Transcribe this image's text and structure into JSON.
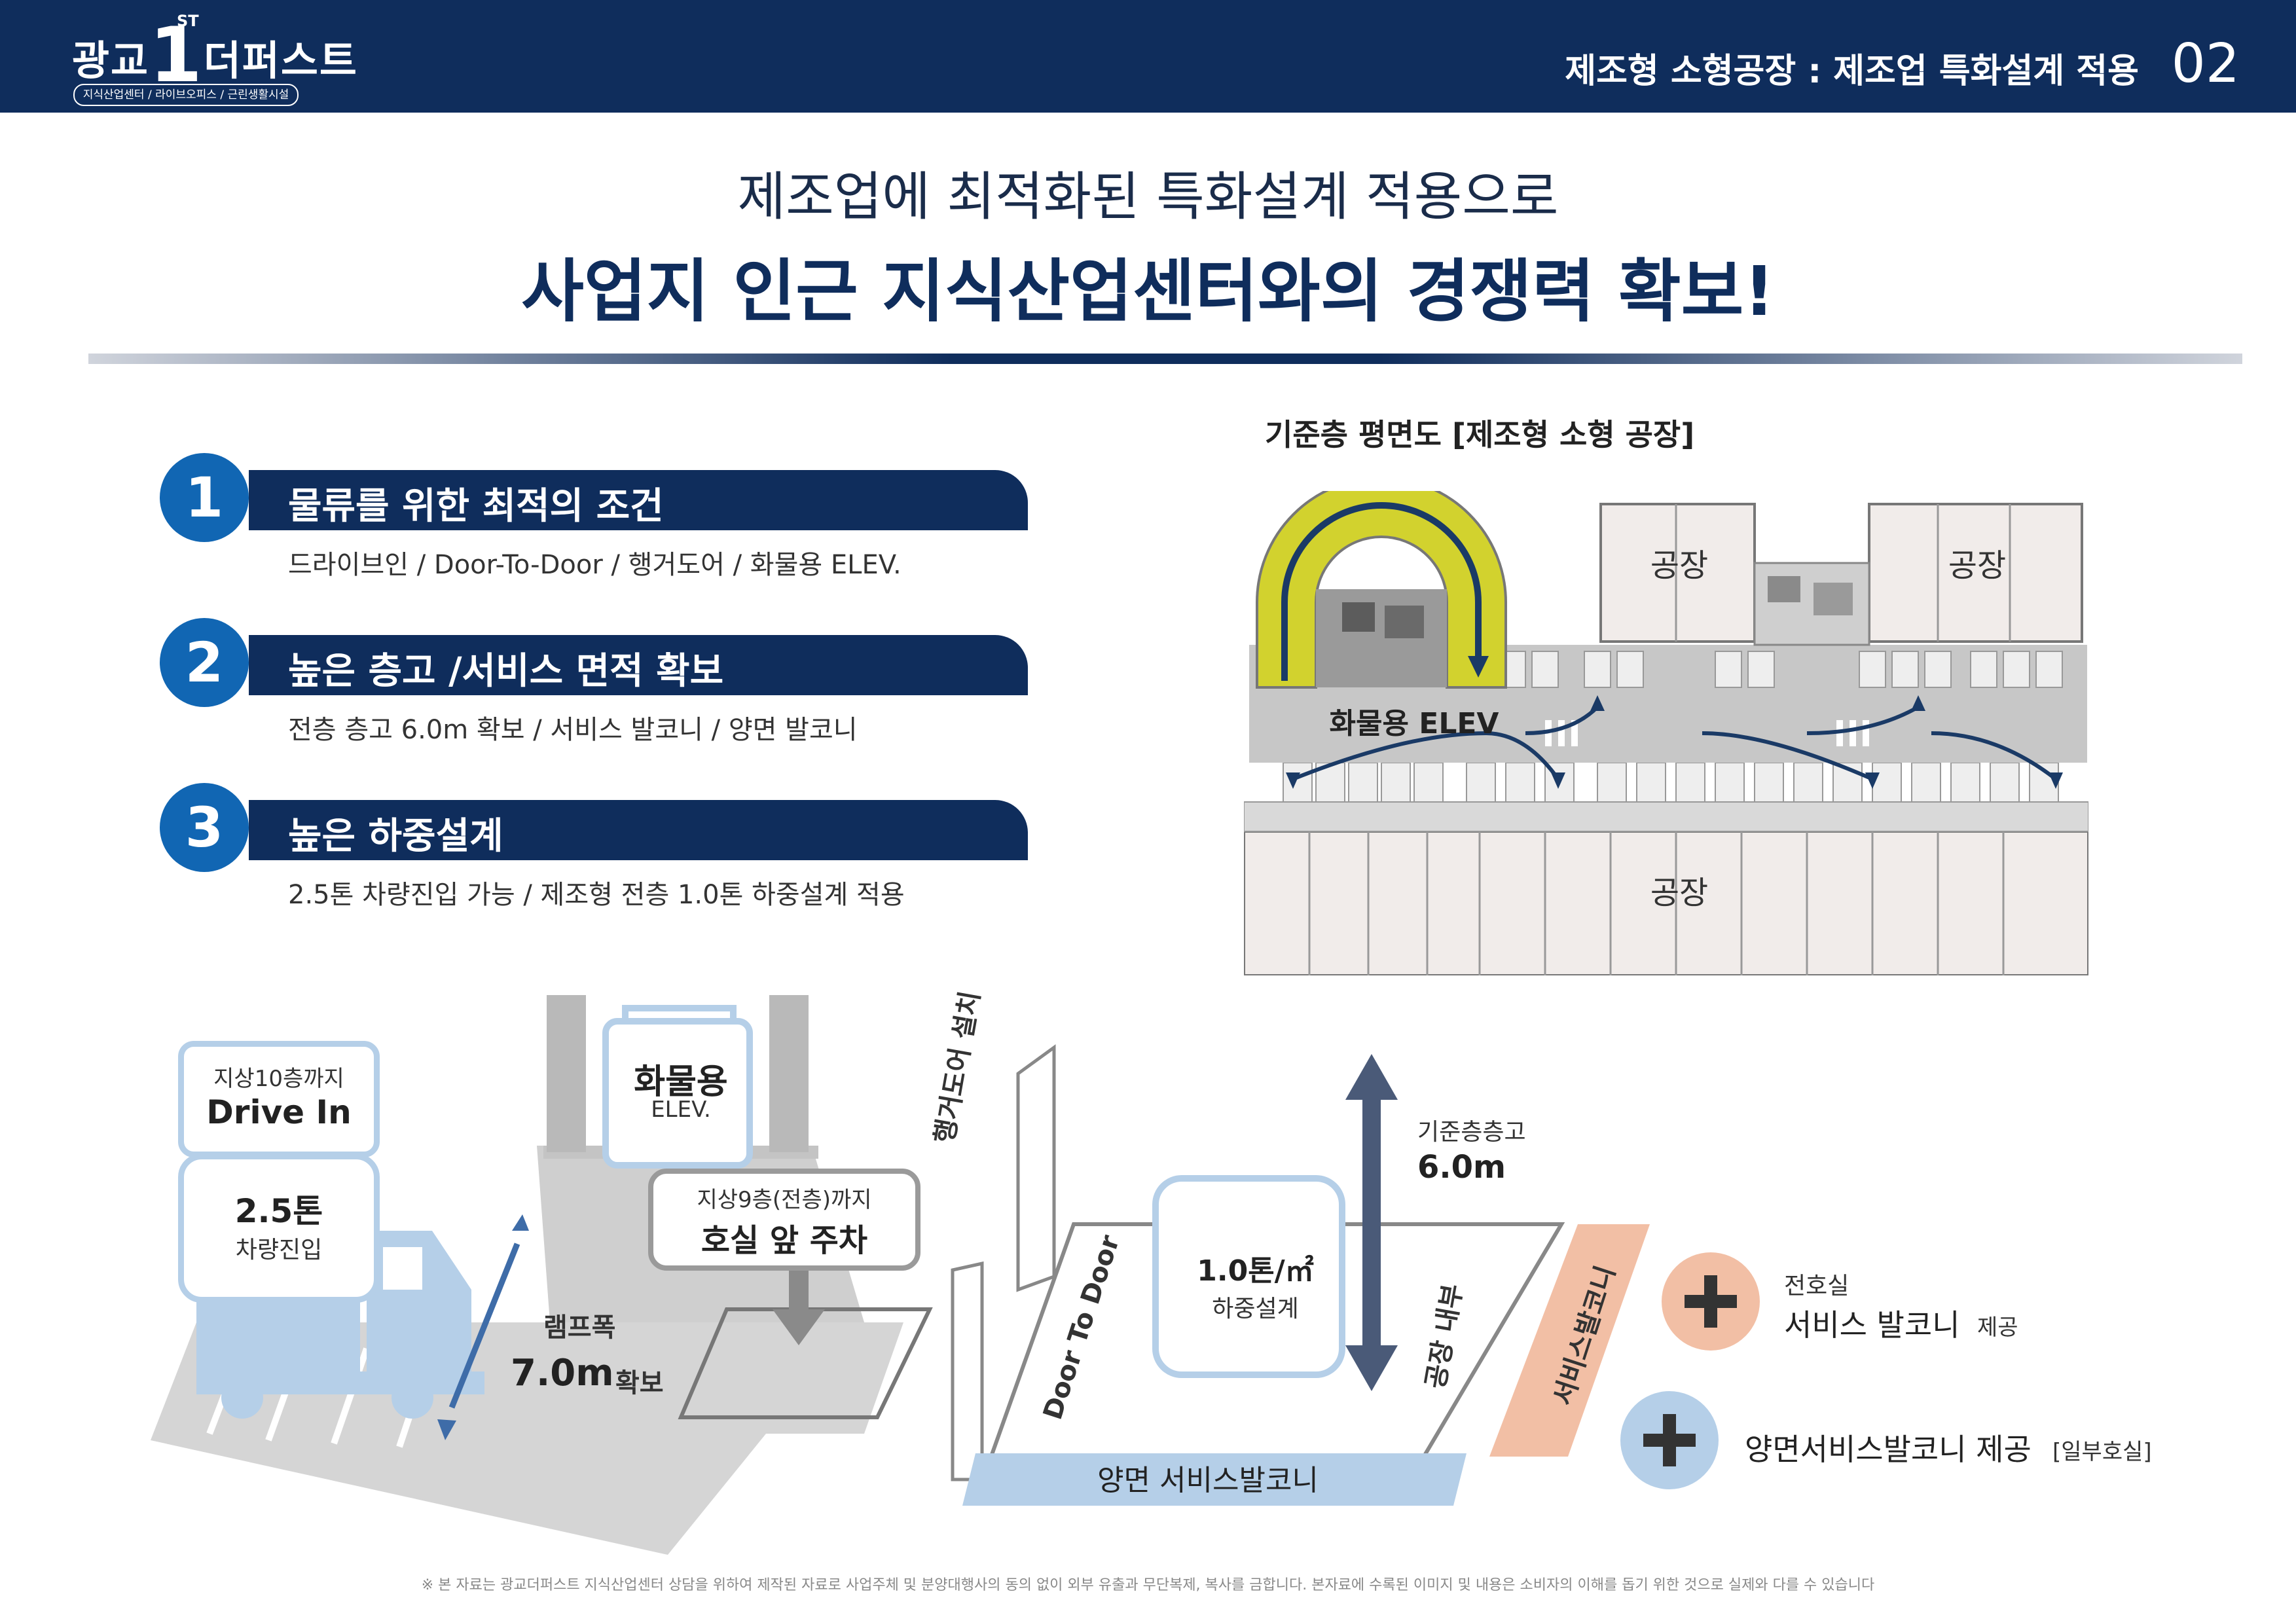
{
  "header": {
    "logo_main": "광교",
    "logo_one": "1",
    "logo_rest": "더퍼스트",
    "logo_st": "ST",
    "logo_sub": "지식산업센터 / 라이브오피스 / 근린생활시설",
    "title": "제조형 소형공장 : 제조업 특화설계 적용",
    "page_number": "02"
  },
  "headline": {
    "line1": "제조업에 최적화된 특화설계 적용으로",
    "line2": "사업지 인근 지식산업센터와의 경쟁력 확보!"
  },
  "features": [
    {
      "number": "1",
      "title": "물류를 위한 최적의 조건",
      "desc": "드라이브인 / Door-To-Door / 행거도어 / 화물용 ELEV."
    },
    {
      "number": "2",
      "title": "높은 층고 /서비스 면적 확보",
      "desc": "전층 층고 6.0m 확보 / 서비스 발코니 / 양면 발코니"
    },
    {
      "number": "3",
      "title": "높은 하중설계",
      "desc": "2.5톤 차량진입 가능 / 제조형 전층 1.0톤 하중설계 적용"
    }
  ],
  "plan": {
    "title": "기준층 평면도 [제조형 소형 공장]",
    "factory_label": "공장",
    "elev_label": "화물용 ELEV"
  },
  "diagram": {
    "drive_in_top": "지상10층까지",
    "drive_in_main": "Drive In",
    "truck_ton": "2.5톤",
    "truck_entry": "차량진입",
    "elev_main": "화물용",
    "elev_sub": "ELEV.",
    "parking_top": "지상9층(전층)까지",
    "parking_main": "호실 앞 주차",
    "hanger_door": "행거도어 설치",
    "ramp_label": "램프폭",
    "ramp_value": "7.0m",
    "ramp_suffix": "확보",
    "door_to_door": "Door To Door",
    "load_value": "1.0톤/㎡",
    "load_label": "하중설계",
    "factory_inside": "공장 내부",
    "height_label": "기준층층고",
    "height_value": "6.0m",
    "service_balcony_tag": "서비스발코니",
    "both_balcony_bar": "양면 서비스발코니",
    "plus1_top": "전호실",
    "plus1_main": "서비스 발코니",
    "plus1_suffix": "제공",
    "plus2_main": "양면서비스발코니 제공",
    "plus2_suffix": "[일부호실]"
  },
  "footnote": "※ 본 자료는 광교더퍼스트 지식산업센터 상담을 위하여 제작된 자료로 사업주체 및 분양대행사의 동의 없이 외부 유출과 무단복제, 복사를 금합니다. 본자료에 수록된 이미지 및 내용은 소비자의 이해를 돕기 위한 것으로 실제와 다를 수 있습니다",
  "colors": {
    "navy": "#0f2d5c",
    "accent_blue": "#1166b3",
    "ramp_yellow": "#d2d22e",
    "light_blue": "#b5cfe8",
    "salmon": "#f2bfa5"
  }
}
